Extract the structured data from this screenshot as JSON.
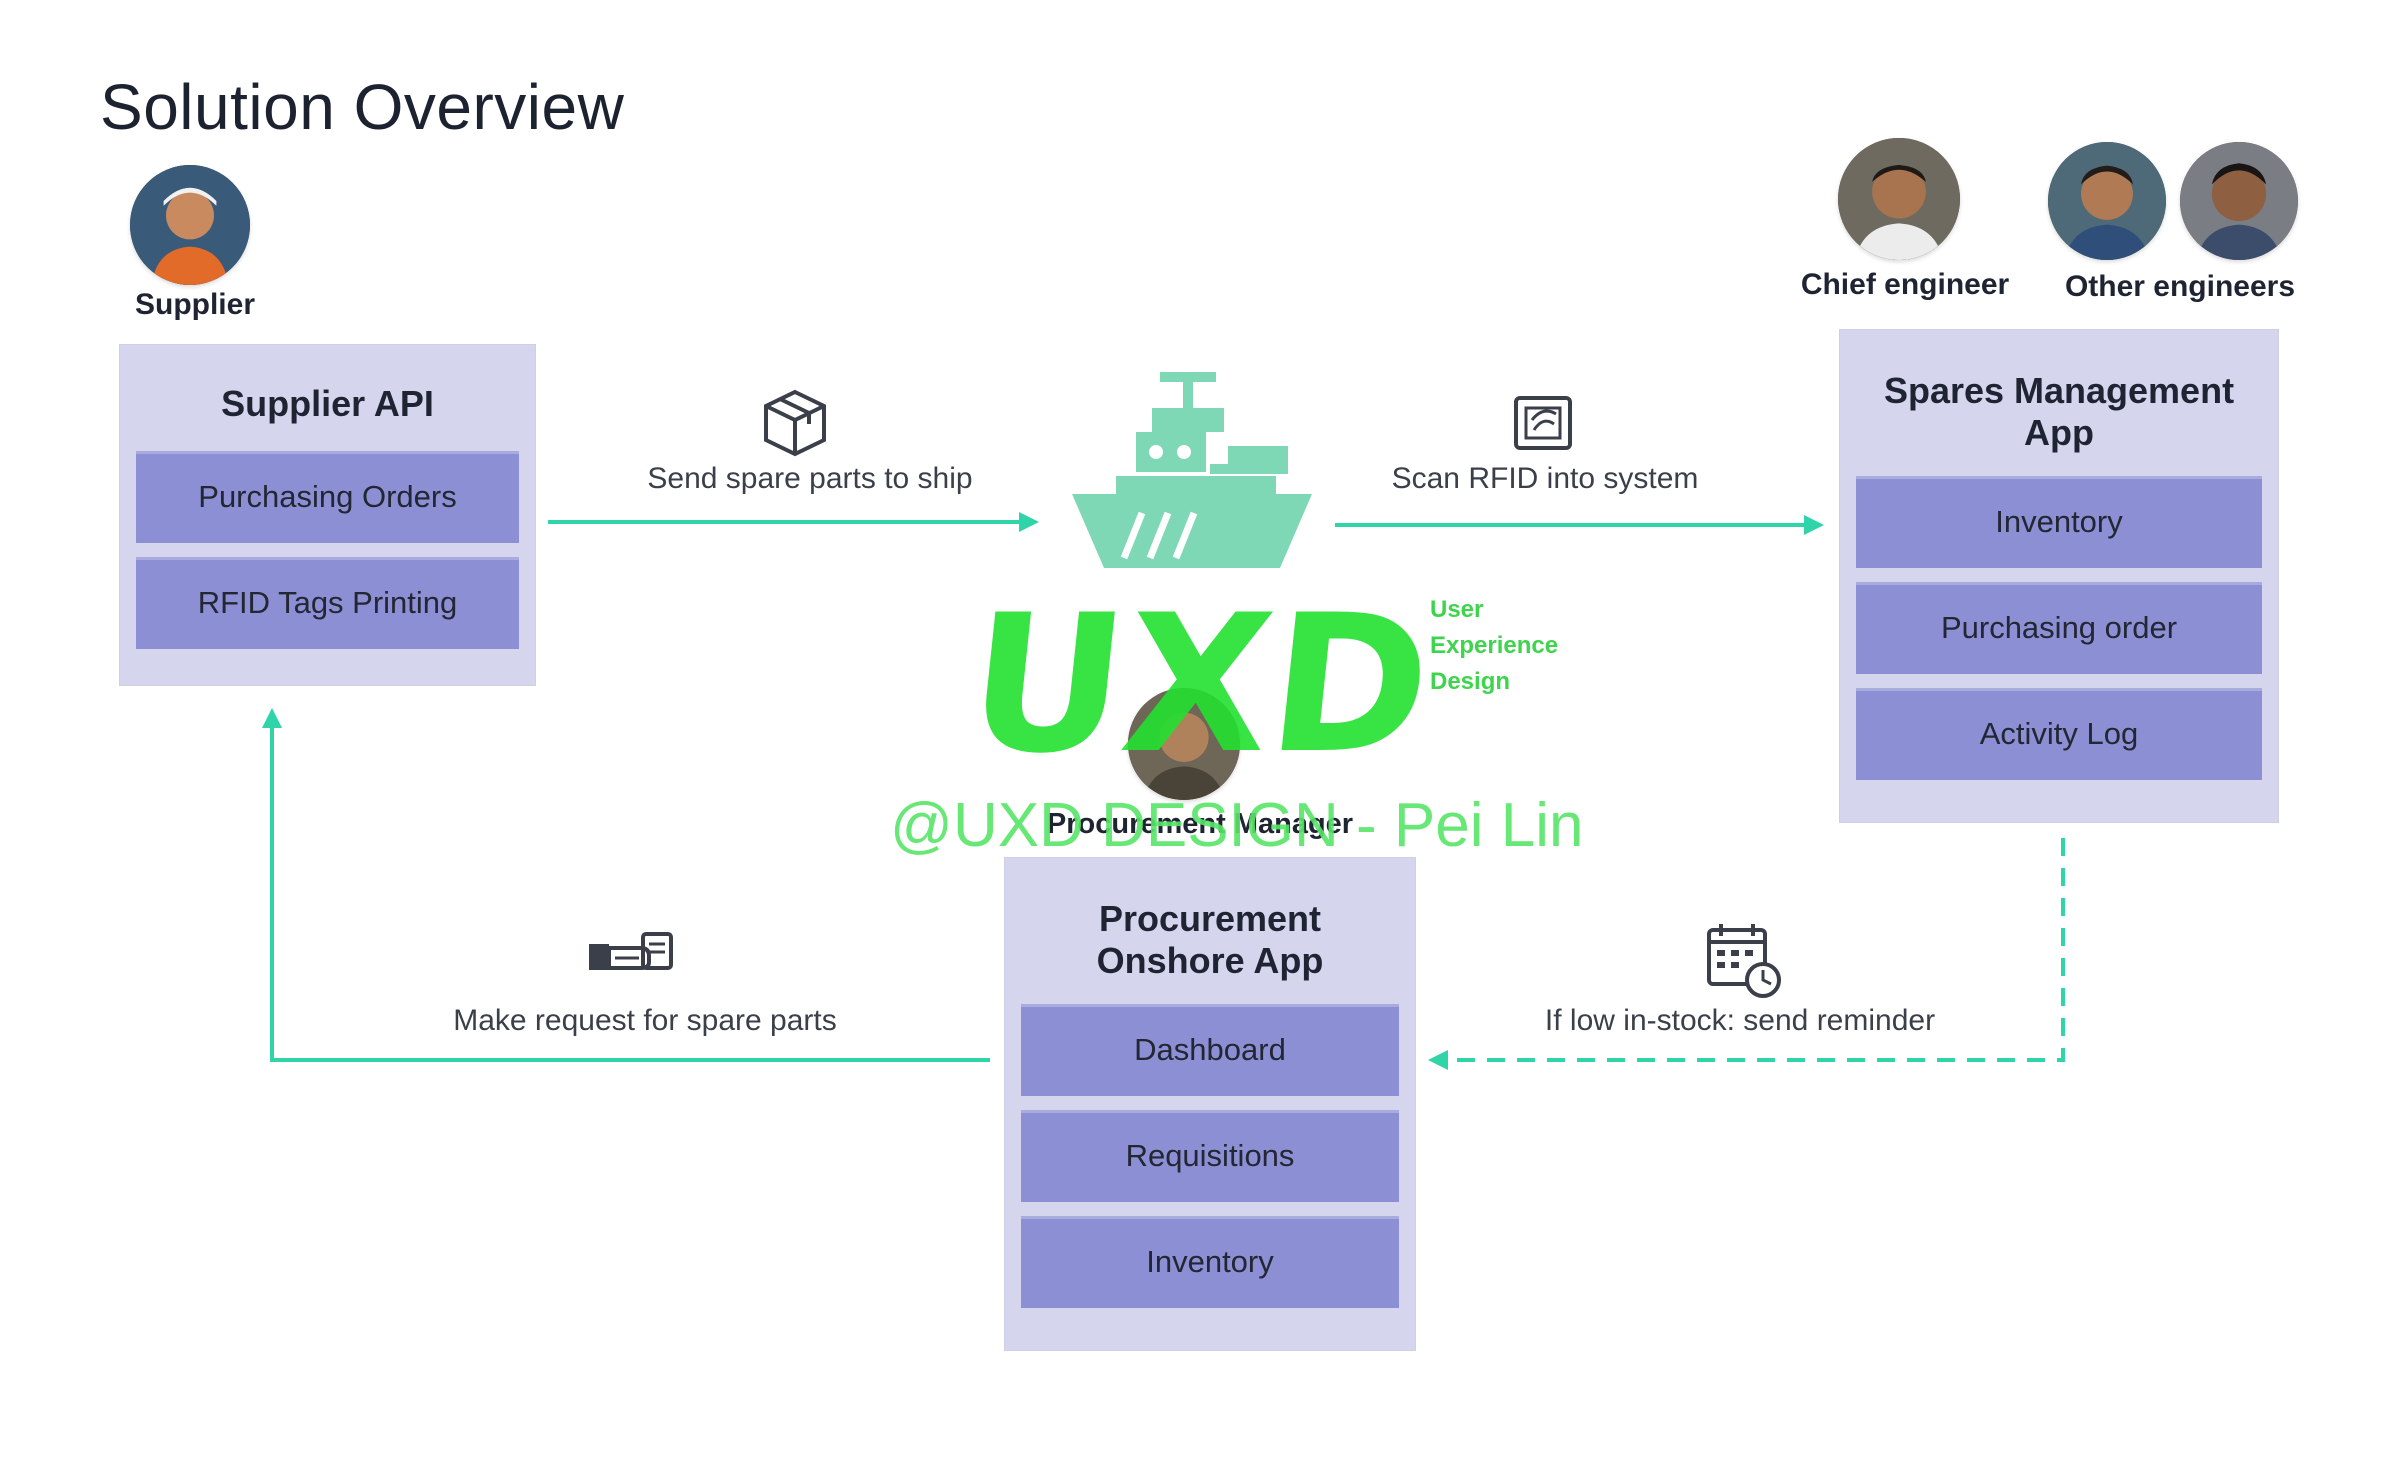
{
  "title": "Solution Overview",
  "personas": {
    "supplier": "Supplier",
    "chief_engineer": "Chief engineer",
    "other_engineers": "Other engineers",
    "procurement_manager": "Procurement Manager"
  },
  "panels": {
    "supplier_api": {
      "title": "Supplier API",
      "items": [
        "Purchasing Orders",
        "RFID Tags Printing"
      ]
    },
    "spares_app": {
      "title_line1": "Spares Management",
      "title_line2": "App",
      "items": [
        "Inventory",
        "Purchasing order",
        "Activity Log"
      ]
    },
    "procurement_app": {
      "title_line1": "Procurement",
      "title_line2": "Onshore App",
      "items": [
        "Dashboard",
        "Requisitions",
        "Inventory"
      ]
    }
  },
  "flows": {
    "send_parts": "Send spare parts to ship",
    "scan_rfid": "Scan RFID into system",
    "make_request": "Make request for spare parts",
    "low_stock": "If low in-stock: send reminder"
  },
  "icons": {
    "package": "package-icon",
    "rfid": "rfid-scan-icon",
    "ship": "ship-icon",
    "request": "hand-request-icon",
    "calendar": "calendar-clock-icon"
  },
  "watermark": {
    "logo": "UXD",
    "tag_line1": "User",
    "tag_line2": "Experience",
    "tag_line3": "Design",
    "credit": "@UXD DESIGN - Pei Lin"
  },
  "colors": {
    "connector": "#2fd5a8",
    "panel_bg": "#d5d5ee",
    "panel_item": "#8c8fd4",
    "ship": "#7fd8b5",
    "watermark": "#22e030"
  }
}
